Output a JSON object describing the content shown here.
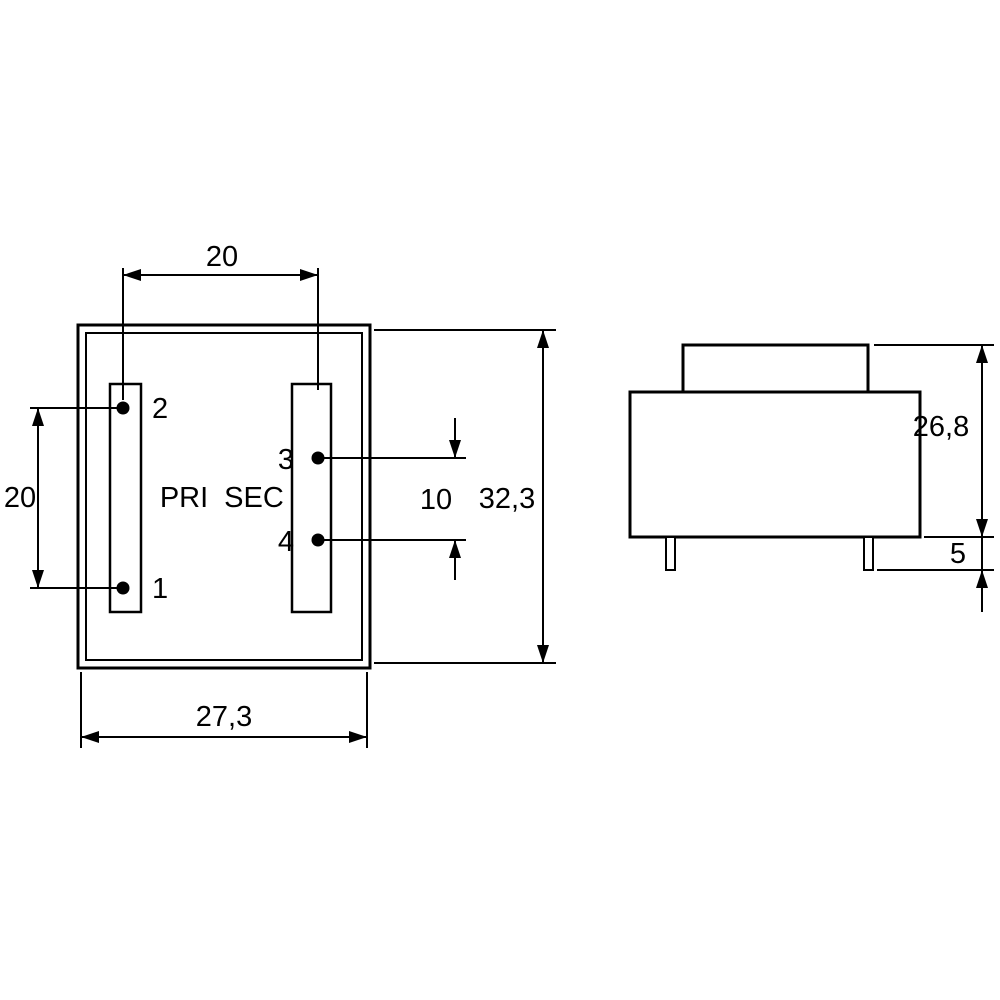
{
  "diagram": {
    "front_view": {
      "pins": {
        "pin1": "1",
        "pin2": "2",
        "pin3": "3",
        "pin4": "4"
      },
      "windings": {
        "primary": "PRI",
        "secondary": "SEC"
      },
      "dims": {
        "pin_column_spacing_mm": "20",
        "primary_pin_pitch_mm": "20",
        "secondary_pin_pitch_mm": "10",
        "body_height_mm": "32,3",
        "body_width_mm": "27,3"
      }
    },
    "side_view": {
      "dims": {
        "component_height_mm": "26,8",
        "pin_length_mm": "5"
      }
    }
  }
}
